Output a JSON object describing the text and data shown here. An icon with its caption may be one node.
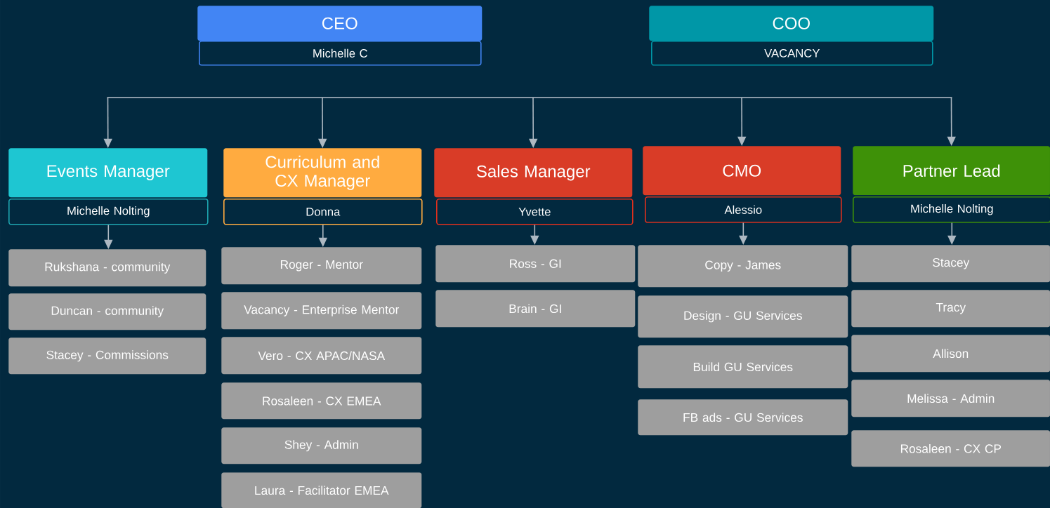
{
  "diagram": {
    "nodes": [
      {
        "text": [
          "CEO"
        ]
      },
      {
        "text": [
          "Michelle C"
        ]
      },
      {
        "text": [
          "COO"
        ]
      },
      {
        "text": [
          "VACANCY"
        ]
      },
      {
        "text": [
          "Events Manager"
        ]
      },
      {
        "text": [
          "Michelle Nolting"
        ]
      },
      {
        "text": [
          "Curriculum and CX Manager"
        ]
      },
      {
        "text": [
          "Donna"
        ]
      },
      {
        "text": [
          "Sales Manager"
        ]
      },
      {
        "text": [
          "Yvette"
        ]
      },
      {
        "text": [
          "CMO"
        ]
      },
      {
        "text": [
          "Alessio"
        ]
      },
      {
        "text": [
          "Partner Lead"
        ]
      },
      {
        "text": [
          "Michelle Nolting"
        ]
      },
      {
        "text": [
          "Rukshana - community"
        ]
      },
      {
        "text": [
          "Duncan - community"
        ]
      },
      {
        "text": [
          "Stacey - Commissions"
        ]
      },
      {
        "text": [
          "Roger - Mentor"
        ]
      },
      {
        "text": [
          "Vacancy - Enterprise Mentor"
        ]
      },
      {
        "text": [
          "Vero - CX APAC/NASA"
        ]
      },
      {
        "text": [
          "Rosaleen - CX EMEA"
        ]
      },
      {
        "text": [
          "Shey - Admin"
        ]
      },
      {
        "text": [
          "Laura - Facilitator EMEA"
        ]
      },
      {
        "text": [
          "Ross - GI"
        ]
      },
      {
        "text": [
          "Brain - GI"
        ]
      },
      {
        "text": [
          "Copy - James"
        ]
      },
      {
        "text": [
          "Design - GU Services"
        ]
      },
      {
        "text": [
          "Build GU Services"
        ]
      },
      {
        "text": [
          "FB ads - GU Services"
        ]
      },
      {
        "text": [
          "Stacey"
        ]
      },
      {
        "text": [
          "Tracy"
        ]
      },
      {
        "text": [
          "Allison"
        ]
      },
      {
        "text": [
          "Melissa - Admin"
        ]
      },
      {
        "text": [
          "Rosaleen - CX CP"
        ]
      }
    ],
    "edges": [
      {
        "from": null,
        "to": 4,
        "arrow": "to"
      },
      {
        "from": null,
        "to": 6,
        "arrow": "to"
      },
      {
        "from": null,
        "to": 8,
        "arrow": "to"
      },
      {
        "from": null,
        "to": 10,
        "arrow": "to"
      },
      {
        "from": null,
        "to": 12,
        "arrow": "to"
      },
      {
        "from": 5,
        "to": 14,
        "arrow": "to"
      },
      {
        "from": 7,
        "to": 17,
        "arrow": "to"
      },
      {
        "from": 9,
        "to": 23,
        "arrow": "to"
      },
      {
        "from": 11,
        "to": 25,
        "arrow": "to"
      },
      {
        "from": 13,
        "to": 29,
        "arrow": "to"
      }
    ]
  }
}
